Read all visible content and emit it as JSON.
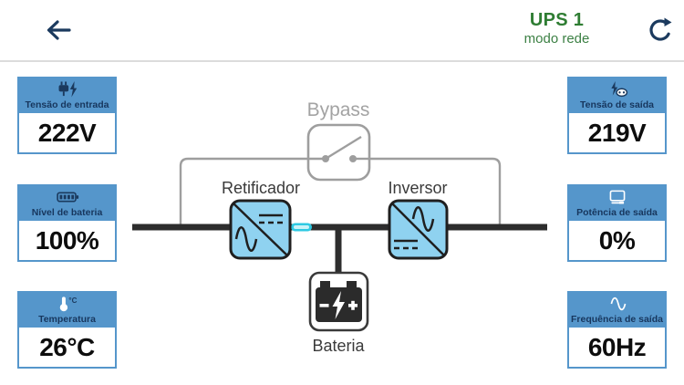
{
  "header": {
    "title": "UPS 1",
    "mode_status": "modo rede"
  },
  "panels": {
    "left": [
      {
        "title": "Tensão de entrada",
        "value": "222V",
        "icon": "plug-bolt-icon"
      },
      {
        "title": "Nível de bateria",
        "value": "100%",
        "icon": "battery-icon"
      },
      {
        "title": "Temperatura",
        "value": "26°C",
        "icon": "thermometer-icon"
      }
    ],
    "right": [
      {
        "title": "Tensão de saída",
        "value": "219V",
        "icon": "bolt-outlet-icon"
      },
      {
        "title": "Potência de saída",
        "value": "0%",
        "icon": "monitor-icon"
      },
      {
        "title": "Frequência de saída",
        "value": "60Hz",
        "icon": "sine-wave-icon"
      }
    ]
  },
  "diagram": {
    "bypass_label": "Bypass",
    "rectifier_label": "Retificador",
    "inverter_label": "Inversor",
    "battery_label": "Bateria"
  },
  "colors": {
    "panel_blue": "#5596cb",
    "panel_title_navy": "#17365d",
    "header_green": "#2f7d33",
    "icon_navy": "#1b3a5e",
    "bypass_gray": "#9e9e9e",
    "bus_dark": "#2d2d2d",
    "converter_fill": "#8fd2f0",
    "flow_cyan": "#2fc9e2"
  }
}
